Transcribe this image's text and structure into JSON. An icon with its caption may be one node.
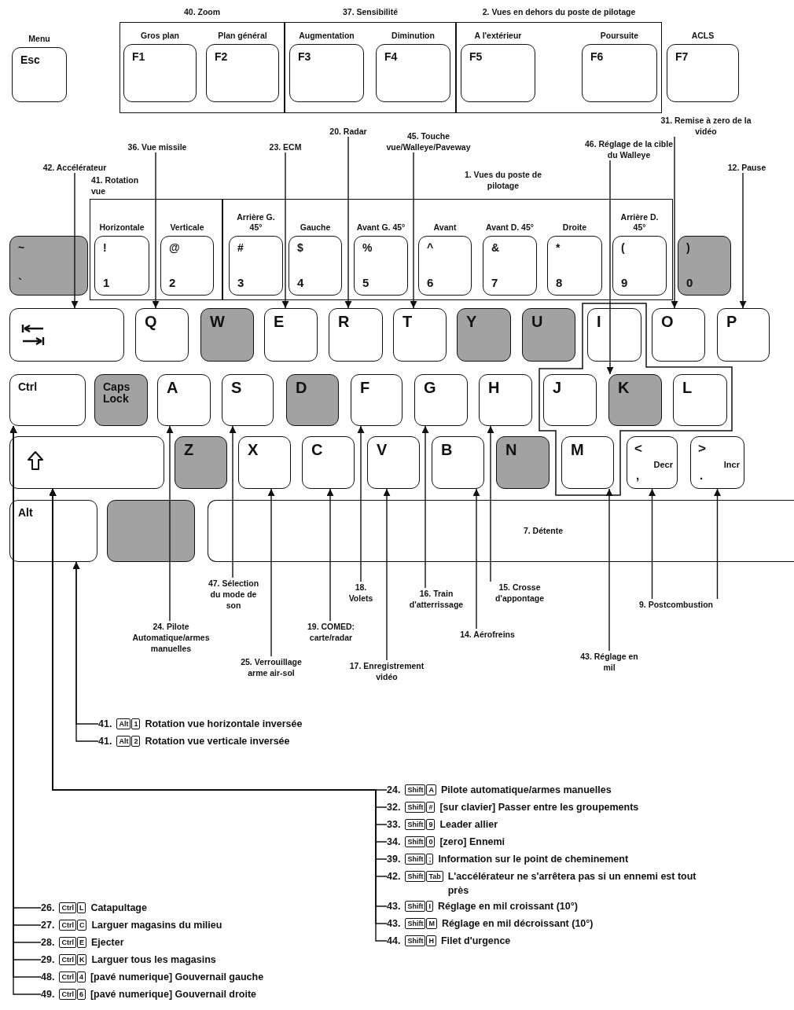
{
  "diagram": {
    "nodes": [
      {
        "text": [
          "Esc"
        ],
        "beside": [
          "Menu"
        ]
      },
      {
        "text": [
          "40. Zoom"
        ]
      },
      {
        "text": [
          "F1"
        ],
        "in": 1,
        "beside": [
          "Gros plan"
        ]
      },
      {
        "text": [
          "F2"
        ],
        "in": 1,
        "beside": [
          "Plan général"
        ]
      },
      {
        "text": [
          "37. Sensibilité"
        ]
      },
      {
        "text": [
          "F3"
        ],
        "in": 4,
        "beside": [
          "Augmentation"
        ]
      },
      {
        "text": [
          "F4"
        ],
        "in": 4,
        "beside": [
          "Diminution"
        ]
      },
      {
        "text": [
          "2. Vues en dehors du poste de pilotage"
        ]
      },
      {
        "text": [
          "F5"
        ],
        "in": 7,
        "beside": [
          "A l'extérieur"
        ]
      },
      {
        "text": [
          "F6"
        ],
        "in": 7,
        "beside": [
          "Poursuite"
        ]
      },
      {
        "text": [
          "F7"
        ],
        "beside": [
          "ACLS"
        ]
      },
      {
        "text": [
          "31. Remise à zero de la vidéo"
        ]
      },
      {
        "text": [
          "36. Vue missile"
        ]
      },
      {
        "text": [
          "23. ECM"
        ]
      },
      {
        "text": [
          "45. Touche vue/Walleye/Paveway"
        ]
      },
      {
        "text": [
          "46. Réglage de la cible du Walleye"
        ]
      },
      {
        "text": [
          "42. Accélérateur"
        ]
      },
      {
        "text": [
          "20. Radar"
        ]
      },
      {
        "text": [
          "12. Pause"
        ]
      },
      {
        "text": [
          "41. Rotation vue"
        ]
      },
      {
        "text": [
          "1. Vues du poste de pilotage"
        ]
      },
      {
        "text": [
          "~",
          "`"
        ]
      },
      {
        "text": [
          "!",
          "1"
        ],
        "in": 19,
        "beside": [
          "Horizontale"
        ]
      },
      {
        "text": [
          "@",
          "2"
        ],
        "in": 19,
        "beside": [
          "Verticale"
        ]
      },
      {
        "text": [
          "#",
          "3"
        ],
        "in": 20,
        "beside": [
          "Arrière G. 45°"
        ]
      },
      {
        "text": [
          "$",
          "4"
        ],
        "in": 20,
        "beside": [
          "Gauche"
        ]
      },
      {
        "text": [
          "%",
          "5"
        ],
        "in": 20,
        "beside": [
          "Avant G. 45°"
        ]
      },
      {
        "text": [
          "^",
          "6"
        ],
        "in": 20,
        "beside": [
          "Avant"
        ]
      },
      {
        "text": [
          "&",
          "7"
        ],
        "in": 20,
        "beside": [
          "Avant D. 45°"
        ]
      },
      {
        "text": [
          "*",
          "8"
        ],
        "in": 20,
        "beside": [
          "Droite"
        ]
      },
      {
        "text": [
          "(",
          "9"
        ],
        "in": 20,
        "beside": [
          "Arrière D. 45°"
        ]
      },
      {
        "text": [
          ")",
          "0"
        ]
      },
      {
        "text": [],
        "shape": "box"
      },
      {
        "text": [
          "Q"
        ]
      },
      {
        "text": [
          "W"
        ]
      },
      {
        "text": [
          "E"
        ]
      },
      {
        "text": [
          "R"
        ]
      },
      {
        "text": [
          "T"
        ]
      },
      {
        "text": [
          "Y"
        ]
      },
      {
        "text": [
          "U"
        ]
      },
      {
        "text": [
          "I"
        ]
      },
      {
        "text": [
          "O"
        ]
      },
      {
        "text": [
          "P"
        ]
      },
      {
        "text": [
          "Ctrl"
        ]
      },
      {
        "text": [
          "Caps Lock"
        ]
      },
      {
        "text": [
          "A"
        ]
      },
      {
        "text": [
          "S"
        ]
      },
      {
        "text": [
          "D"
        ]
      },
      {
        "text": [
          "F"
        ]
      },
      {
        "text": [
          "G"
        ]
      },
      {
        "text": [
          "H"
        ]
      },
      {
        "text": [
          "J"
        ]
      },
      {
        "text": [
          "K"
        ]
      },
      {
        "text": [
          "L"
        ]
      },
      {
        "text": [],
        "shape": "box"
      },
      {
        "text": [
          "Z"
        ]
      },
      {
        "text": [
          "X"
        ]
      },
      {
        "text": [
          "C"
        ]
      },
      {
        "text": [
          "V"
        ]
      },
      {
        "text": [
          "B"
        ]
      },
      {
        "text": [
          "N"
        ]
      },
      {
        "text": [
          "M"
        ]
      },
      {
        "text": [
          "<",
          ",",
          "Decr"
        ]
      },
      {
        "text": [
          ">",
          ".",
          "Incr"
        ]
      },
      {
        "text": [
          "Alt"
        ]
      },
      {
        "text": [],
        "shape": "box"
      },
      {
        "text": [
          "7. Détente"
        ]
      },
      {
        "text": [
          "47. Sélection du mode de son"
        ]
      },
      {
        "text": [
          "18. Volets"
        ]
      },
      {
        "text": [
          "16. Train d'atterrissage"
        ]
      },
      {
        "text": [
          "15. Crosse d'appontage"
        ]
      },
      {
        "text": [
          "9. Postcombustion"
        ]
      },
      {
        "text": [
          "24. Pilote Automatique/armes manuelles"
        ]
      },
      {
        "text": [
          "19. COMED: carte/radar"
        ]
      },
      {
        "text": [
          "14. Aérofreins"
        ]
      },
      {
        "text": [
          "43. Réglage en mil"
        ]
      },
      {
        "text": [
          "25. Verrouillage arme air-sol"
        ]
      },
      {
        "text": [
          "17. Enregistrement vidéo"
        ]
      },
      {
        "text": [
          "41.",
          "Alt",
          "1",
          "Rotation vue horizontale inversée"
        ]
      },
      {
        "text": [
          "41.",
          "Alt",
          "2",
          "Rotation vue verticale inversée"
        ]
      },
      {
        "text": [
          "24.",
          "Shift",
          "A",
          "Pilote automatique/armes manuelles"
        ]
      },
      {
        "text": [
          "32.",
          "Shift",
          "#",
          "[sur clavier] Passer entre les groupements"
        ]
      },
      {
        "text": [
          "33.",
          "Shift",
          "9",
          "Leader allier"
        ]
      },
      {
        "text": [
          "34.",
          "Shift",
          "0",
          "[zero] Ennemi"
        ]
      },
      {
        "text": [
          "39.",
          "Shift",
          ";",
          "Information sur le point de cheminement"
        ]
      },
      {
        "text": [
          "42.",
          "Shift",
          "Tab",
          "L'accélérateur ne s'arrêtera pas si un ennemi est tout près"
        ]
      },
      {
        "text": [
          "43.",
          "Shift",
          "I",
          "Réglage en mil croissant (10°)"
        ]
      },
      {
        "text": [
          "43.",
          "Shift",
          "M",
          "Réglage en mil décroissant (10°)"
        ]
      },
      {
        "text": [
          "44.",
          "Shift",
          "H",
          "Filet d'urgence"
        ]
      },
      {
        "text": [
          "26.",
          "Ctrl",
          "L",
          "Catapultage"
        ]
      },
      {
        "text": [
          "27.",
          "Ctrl",
          "C",
          "Larguer magasins du milieu"
        ]
      },
      {
        "text": [
          "28.",
          "Ctrl",
          "E",
          "Ejecter"
        ]
      },
      {
        "text": [
          "29.",
          "Ctrl",
          "K",
          "Larguer tous les magasins"
        ]
      },
      {
        "text": [
          "48.",
          "Ctrl",
          "4",
          "[pavé numerique] Gouvernail gauche"
        ]
      },
      {
        "text": [
          "49.",
          "Ctrl",
          "6",
          "[pavé numerique] Gouvernail droite"
        ]
      }
    ],
    "edges": [
      {
        "from": 16,
        "to": 32,
        "arrow": "to"
      },
      {
        "from": 12,
        "to": 33,
        "arrow": "to"
      },
      {
        "from": 13,
        "to": 35,
        "arrow": "to"
      },
      {
        "from": 17,
        "to": 36,
        "arrow": "to"
      },
      {
        "from": 14,
        "to": 37,
        "arrow": "to"
      },
      {
        "from": 15,
        "to": 52,
        "arrow": "to"
      },
      {
        "from": 11,
        "to": 41,
        "arrow": "to"
      },
      {
        "from": 18,
        "to": 42,
        "arrow": "to"
      },
      {
        "from": 72,
        "to": 45,
        "arrow": "to"
      },
      {
        "from": 67,
        "to": 46,
        "arrow": "to"
      },
      {
        "from": 76,
        "to": 56,
        "arrow": "to"
      },
      {
        "from": 73,
        "to": 57,
        "arrow": "to"
      },
      {
        "from": 68,
        "to": 48,
        "arrow": "to"
      },
      {
        "from": 77,
        "to": 58,
        "arrow": "to"
      },
      {
        "from": 69,
        "to": 49,
        "arrow": "to"
      },
      {
        "from": 74,
        "to": 59,
        "arrow": "to"
      },
      {
        "from": 70,
        "to": 50,
        "arrow": "to"
      },
      {
        "from": 75,
        "to": 61,
        "arrow": "to"
      },
      {
        "from": 71,
        "to": 62,
        "arrow": "to"
      },
      {
        "from": 71,
        "to": 63,
        "arrow": "to"
      },
      {
        "from": 78,
        "to": 64,
        "arrow": "to"
      },
      {
        "from": 79,
        "to": 64,
        "arrow": "to"
      },
      {
        "from": 80,
        "to": 54,
        "arrow": "to"
      },
      {
        "from": 81,
        "to": 54,
        "arrow": "to"
      },
      {
        "from": 82,
        "to": 54,
        "arrow": "to"
      },
      {
        "from": 83,
        "to": 54,
        "arrow": "to"
      },
      {
        "from": 84,
        "to": 54,
        "arrow": "to"
      },
      {
        "from": 85,
        "to": 54,
        "arrow": "to"
      },
      {
        "from": 86,
        "to": 54,
        "arrow": "to"
      },
      {
        "from": 87,
        "to": 54,
        "arrow": "to"
      },
      {
        "from": 88,
        "to": 54,
        "arrow": "to"
      },
      {
        "from": 89,
        "to": 43,
        "arrow": "to"
      },
      {
        "from": 90,
        "to": 43,
        "arrow": "to"
      },
      {
        "from": 91,
        "to": 43,
        "arrow": "to"
      },
      {
        "from": 92,
        "to": 43,
        "arrow": "to"
      },
      {
        "from": 93,
        "to": 43,
        "arrow": "to"
      },
      {
        "from": 94,
        "to": 43,
        "arrow": "to"
      }
    ]
  }
}
